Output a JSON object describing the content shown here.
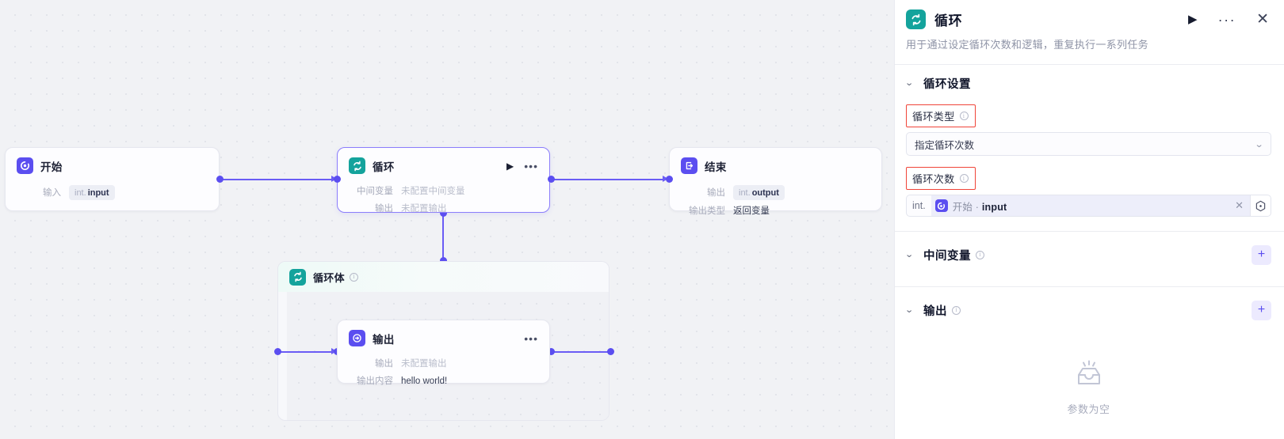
{
  "canvas": {
    "nodes": [
      {
        "id": "start",
        "title": "开始",
        "icon": "start-node-icon",
        "rows": [
          {
            "label": "输入",
            "chip_type": "int.",
            "chip_value": "input"
          }
        ]
      },
      {
        "id": "loop",
        "title": "循环",
        "icon": "loop-node-icon",
        "rows": [
          {
            "label": "中间变量",
            "value": "未配置中间变量"
          },
          {
            "label": "输出",
            "value": "未配置输出"
          }
        ]
      },
      {
        "id": "end",
        "title": "结束",
        "icon": "end-node-icon",
        "rows": [
          {
            "label": "输出",
            "chip_type": "int.",
            "chip_value": "output"
          },
          {
            "label": "输出类型",
            "value": "返回变量"
          }
        ]
      },
      {
        "id": "output",
        "title": "输出",
        "icon": "output-node-icon",
        "rows": [
          {
            "label": "输出",
            "value": "未配置输出"
          },
          {
            "label": "输出内容",
            "value": "hello world!"
          }
        ]
      }
    ],
    "loop_body": {
      "title": "循环体"
    }
  },
  "panel": {
    "title": "循环",
    "description": "用于通过设定循环次数和逻辑，重复执行一系列任务",
    "actions": {
      "run": "▶",
      "more": "···",
      "close": "✕"
    },
    "sections": {
      "settings": {
        "title": "循环设置",
        "loop_type": {
          "label": "循环类型",
          "value": "指定循环次数"
        },
        "loop_count": {
          "label": "循环次数",
          "type_tag": "int.",
          "ref_node": "开始",
          "ref_sep": "·",
          "ref_field": "input"
        }
      },
      "intermediate": {
        "title": "中间变量",
        "add": "+"
      },
      "output": {
        "title": "输出",
        "add": "+",
        "empty_text": "参数为空"
      }
    }
  },
  "colors": {
    "accent_purple": "#5b4ef0",
    "edge_purple": "#6a5cf5",
    "teal": "#14a39c",
    "highlight_red": "#f04438",
    "canvas_bg": "#f1f2f5"
  }
}
